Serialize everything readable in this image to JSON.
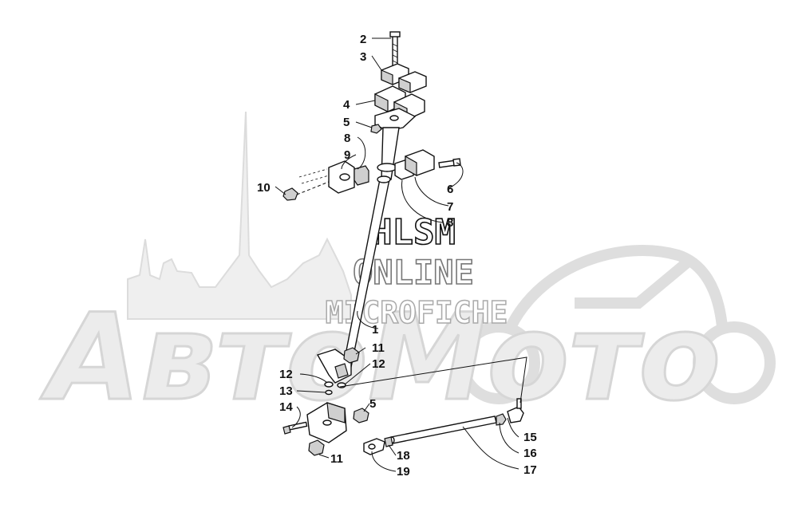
{
  "watermark": {
    "brand": "АвтоМото",
    "line1": "HLSM",
    "line2": "ONLINE",
    "line3": "MICROFICHE"
  },
  "callouts": [
    {
      "id": "c2a",
      "label": "2"
    },
    {
      "id": "c3",
      "label": "3"
    },
    {
      "id": "c4",
      "label": "4"
    },
    {
      "id": "c5a",
      "label": "5"
    },
    {
      "id": "c8a",
      "label": "8"
    },
    {
      "id": "c9",
      "label": "9"
    },
    {
      "id": "c10",
      "label": "10"
    },
    {
      "id": "c6",
      "label": "6"
    },
    {
      "id": "c7",
      "label": "7"
    },
    {
      "id": "c8b",
      "label": "8"
    },
    {
      "id": "c1",
      "label": "1"
    },
    {
      "id": "c11a",
      "label": "11"
    },
    {
      "id": "c12a",
      "label": "12"
    },
    {
      "id": "c12b",
      "label": "12"
    },
    {
      "id": "c13",
      "label": "13"
    },
    {
      "id": "c14",
      "label": "14"
    },
    {
      "id": "c5b",
      "label": "5"
    },
    {
      "id": "c11b",
      "label": "11"
    },
    {
      "id": "c15",
      "label": "15"
    },
    {
      "id": "c16",
      "label": "16"
    },
    {
      "id": "c17",
      "label": "17"
    },
    {
      "id": "c18",
      "label": "18"
    },
    {
      "id": "c19",
      "label": "19"
    }
  ]
}
